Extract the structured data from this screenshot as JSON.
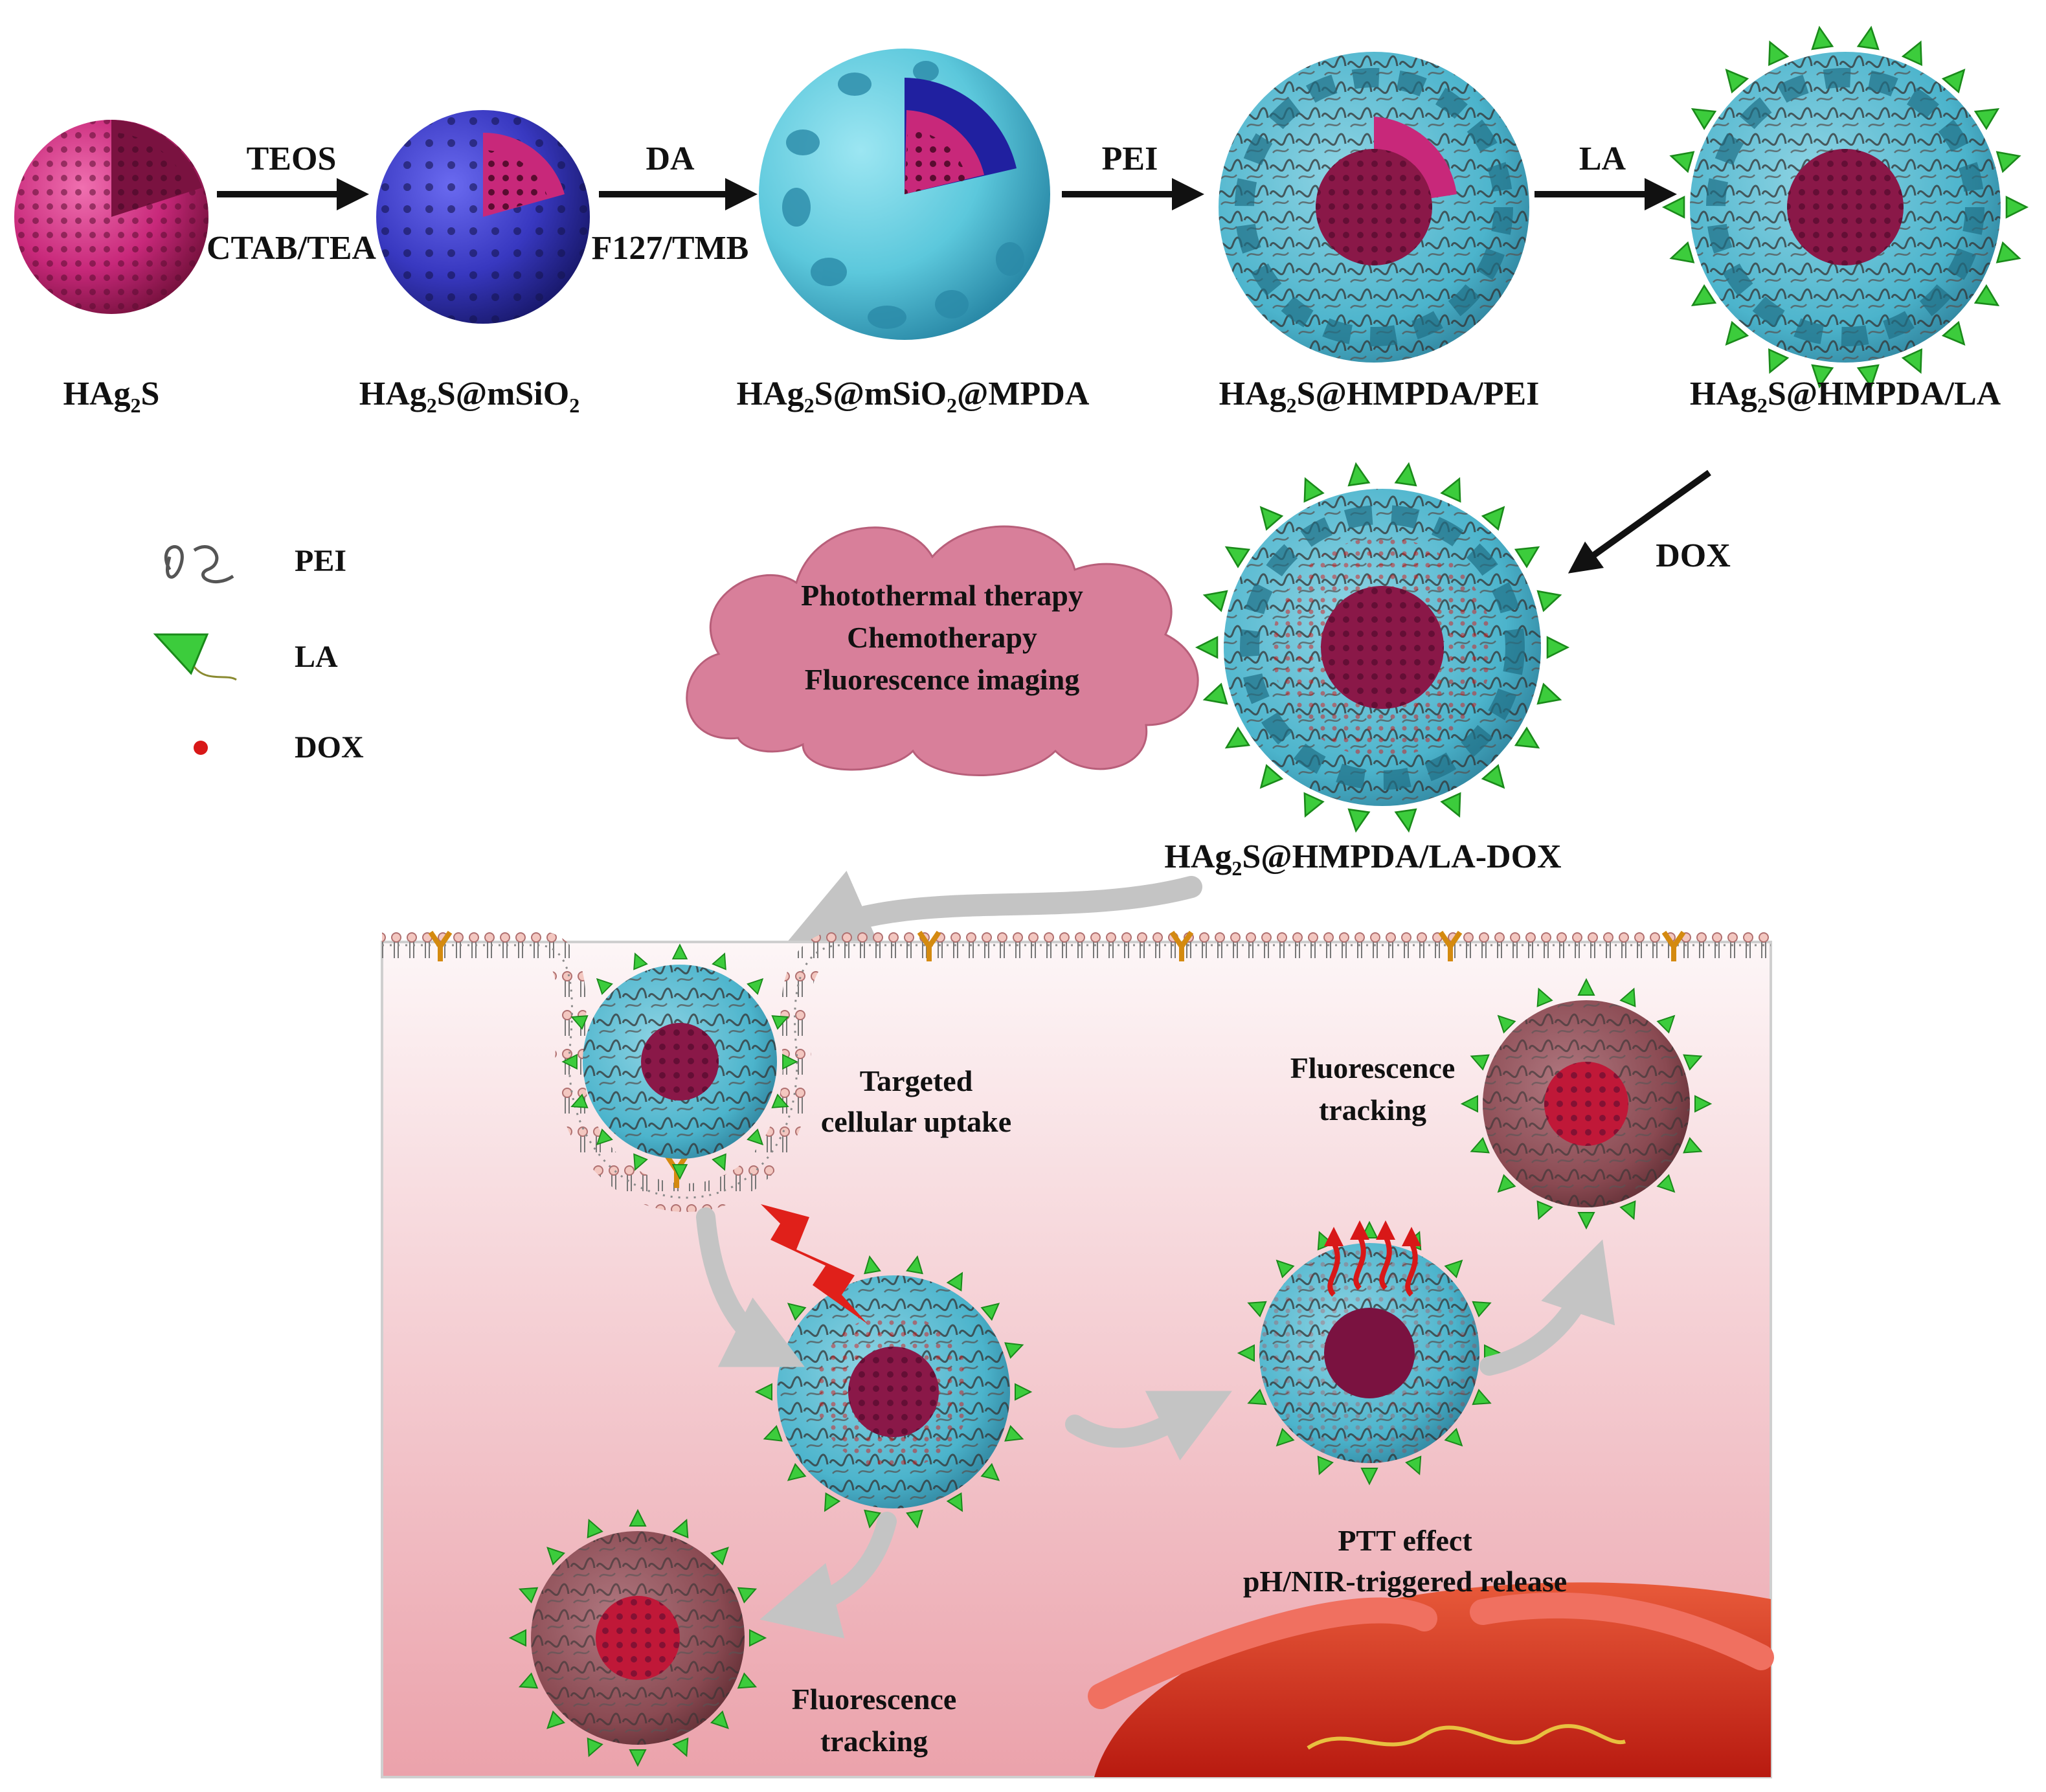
{
  "colors": {
    "hag2s": "#c8287a",
    "hag2s_dark": "#7a1240",
    "silica": "#3838c0",
    "silica_dark": "#1e1e80",
    "mpda": "#5cc8dc",
    "mpda_dark": "#2a8aa8",
    "la_green": "#3ccc3c",
    "dox_red": "#d81818",
    "cell_bg_top": "#fdf3f4",
    "cell_bg_bottom": "#eba2ab",
    "cloud": "#d87f9a",
    "arrow_gray": "#c4c4c4",
    "vessel": "#d73a2a"
  },
  "synthesis": {
    "particles": [
      {
        "name_pre": "HAg",
        "name_sub": "2",
        "name_post": "S"
      },
      {
        "name_pre": "HAg",
        "name_sub": "2",
        "name_post": "S@mSiO",
        "name_sub2": "2"
      },
      {
        "name_pre": "HAg",
        "name_sub": "2",
        "name_post": "S@mSiO",
        "name_sub2": "2",
        "name_post2": "@MPDA"
      },
      {
        "name_pre": "HAg",
        "name_sub": "2",
        "name_post": "S@HMPDA/PEI"
      },
      {
        "name_pre": "HAg",
        "name_sub": "2",
        "name_post": "S@HMPDA/LA"
      }
    ],
    "steps": [
      {
        "top": "TEOS",
        "bottom": "CTAB/TEA"
      },
      {
        "top": "DA",
        "bottom": "F127/TMB"
      },
      {
        "top": "PEI",
        "bottom": ""
      },
      {
        "top": "LA",
        "bottom": ""
      }
    ],
    "dox_step": "DOX"
  },
  "final_particle": {
    "name_pre": "HAg",
    "name_sub": "2",
    "name_post": "S@HMPDA/LA-DOX"
  },
  "legend": [
    {
      "icon": "pei-chain-icon",
      "label": "PEI"
    },
    {
      "icon": "la-ligand-icon",
      "label": "LA"
    },
    {
      "icon": "dox-dot-icon",
      "label": "DOX"
    }
  ],
  "cloud_lines": [
    "Photothermal therapy",
    "Chemotherapy",
    "Fluorescence imaging"
  ],
  "cell": {
    "uptake": [
      "Targeted",
      "cellular uptake"
    ],
    "tracking_top": [
      "Fluorescence",
      "tracking"
    ],
    "tracking_bottom": [
      "Fluorescence",
      "tracking"
    ],
    "ptt": [
      "PTT effect",
      "pH/NIR-triggered release"
    ]
  }
}
